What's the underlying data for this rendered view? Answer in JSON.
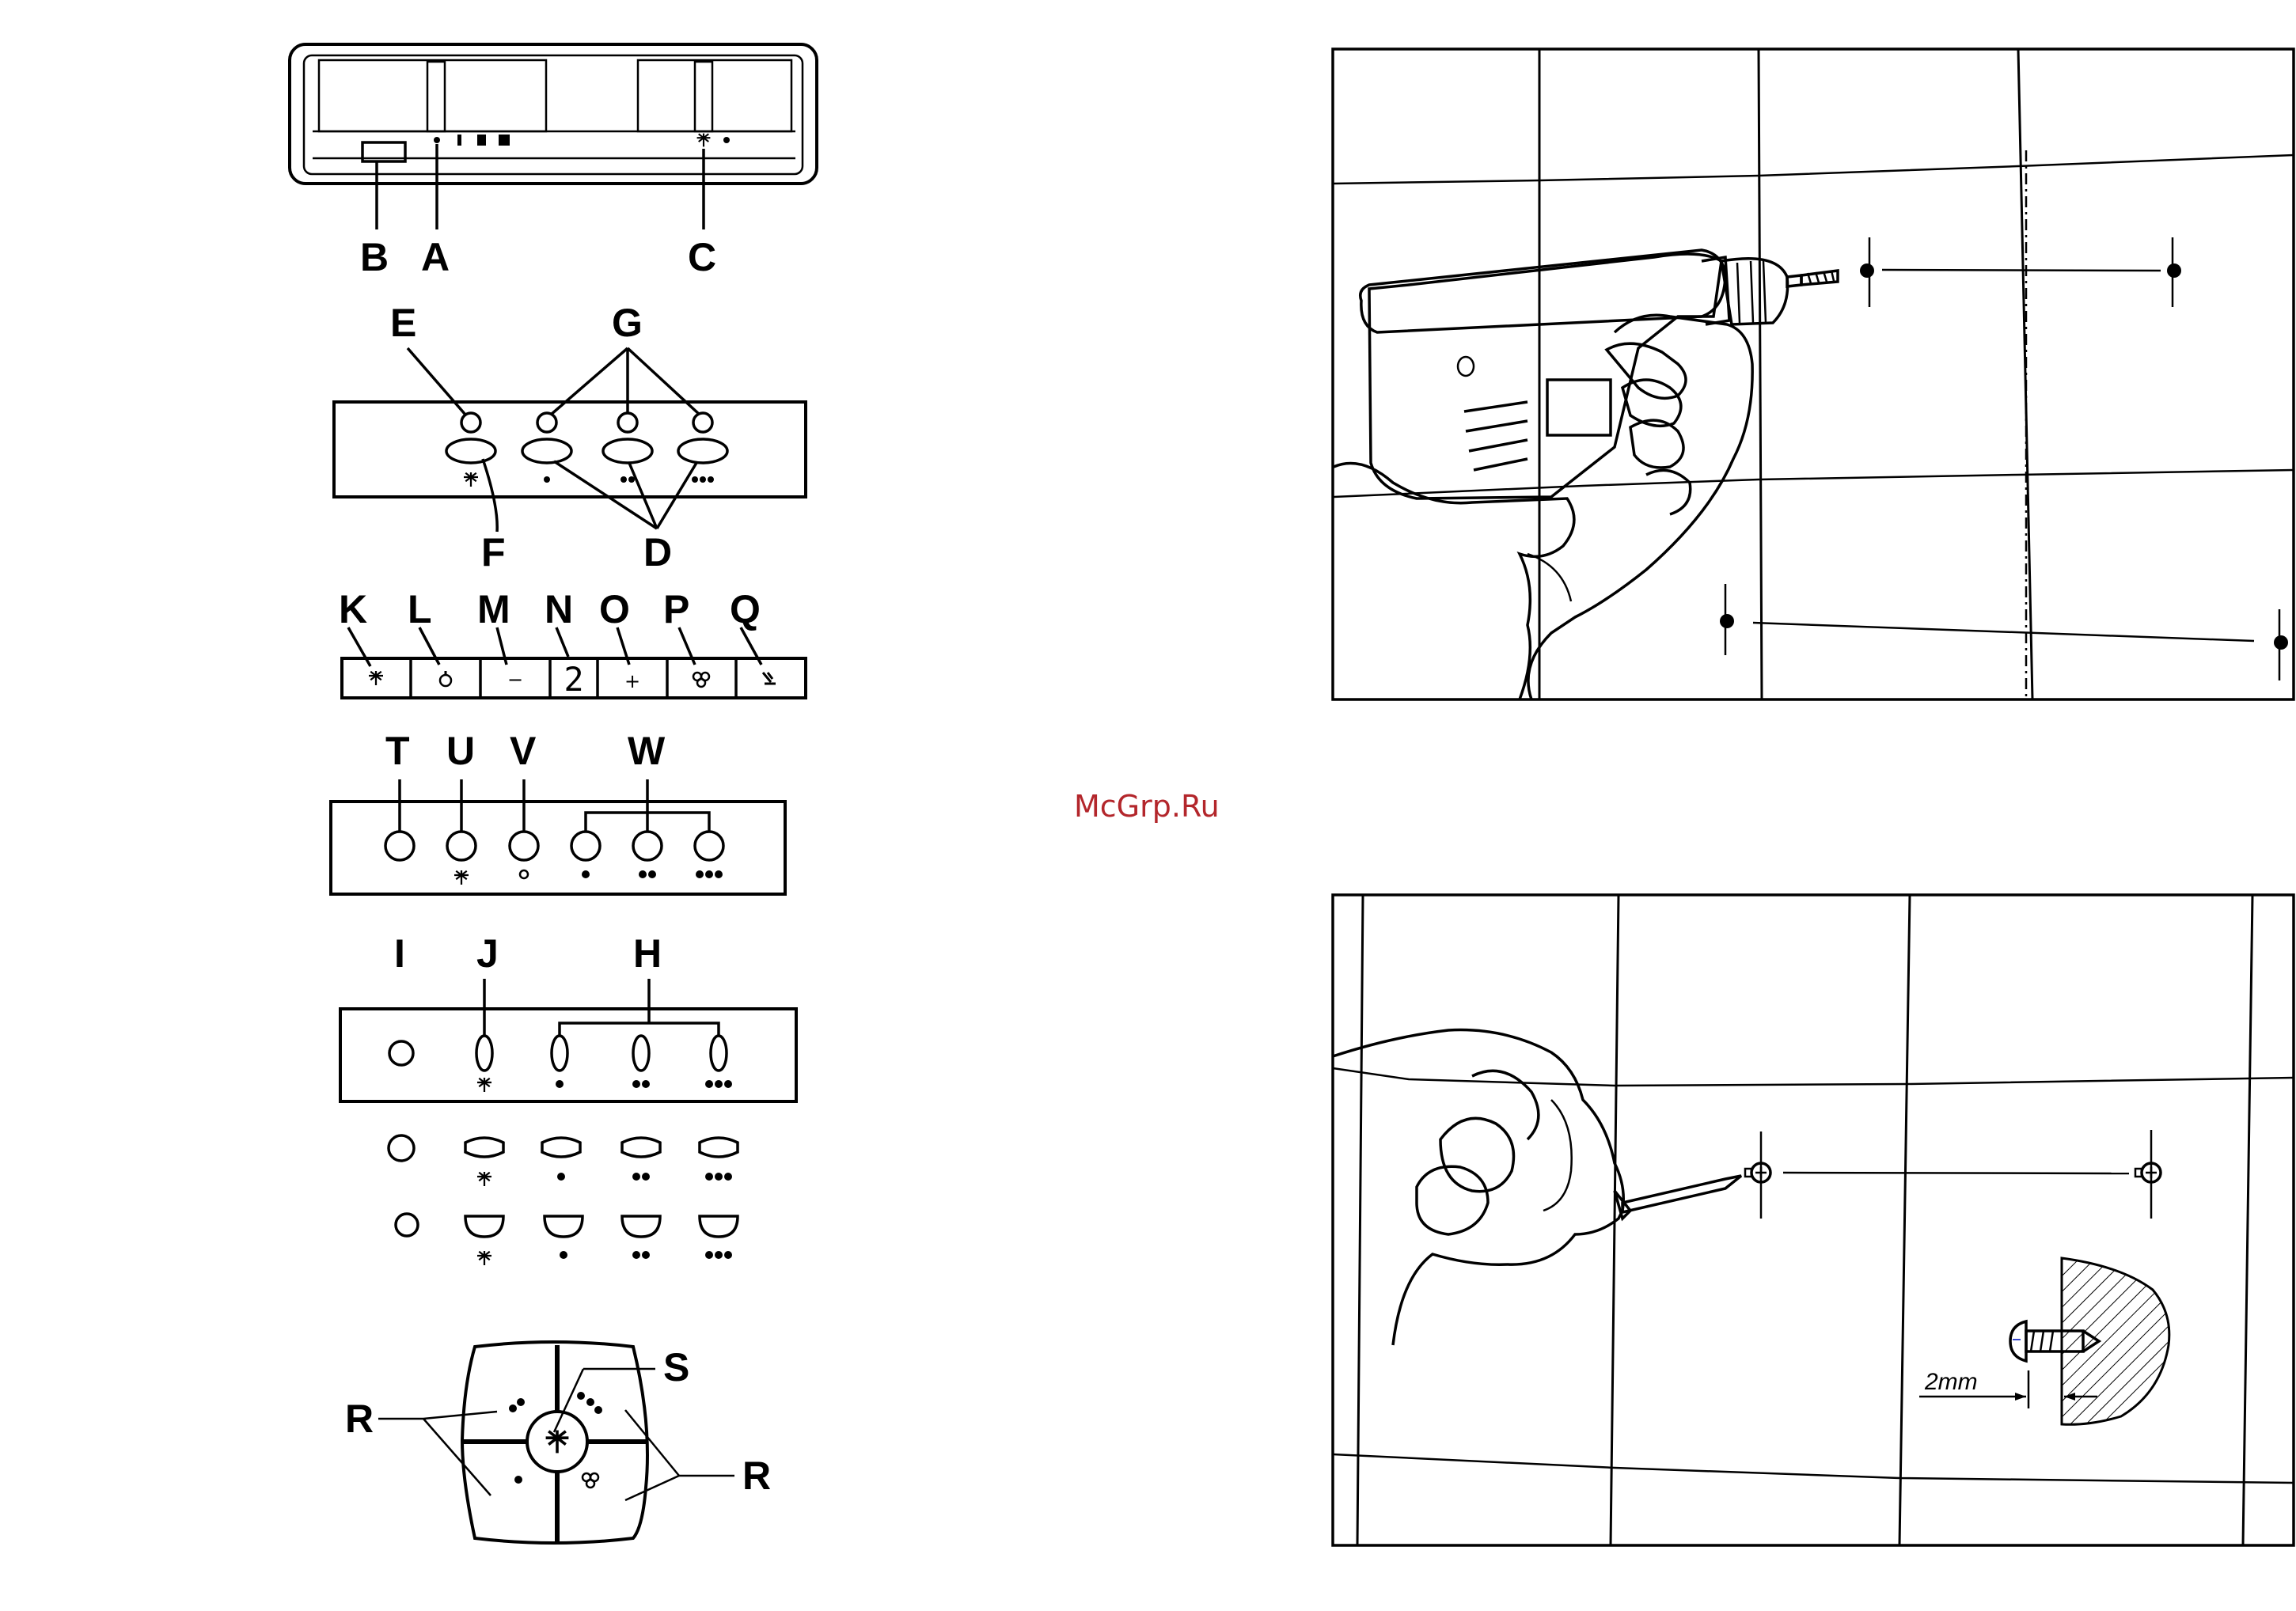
{
  "labels": {
    "b": "B",
    "a": "A",
    "c": "C",
    "e": "E",
    "g": "G",
    "f": "F",
    "d": "D",
    "k": "K",
    "l": "L",
    "m": "M",
    "n": "N",
    "o": "O",
    "p": "P",
    "q": "Q",
    "t": "T",
    "u": "U",
    "v": "V",
    "w": "W",
    "i": "I",
    "j": "J",
    "h": "H",
    "s": "S",
    "r_left": "R",
    "r_right": "R"
  },
  "display": {
    "digit": "2"
  },
  "symbols": {
    "minus": "−",
    "plus": "+",
    "one_dot": "●",
    "two_dots": "●●",
    "three_dots": "●●●"
  },
  "watermark": "McGrp.Ru",
  "dimension": "2mm",
  "icons": [
    "light-icon",
    "timer-icon",
    "fan-icon",
    "filter-icon",
    "speed-dot-icon"
  ]
}
